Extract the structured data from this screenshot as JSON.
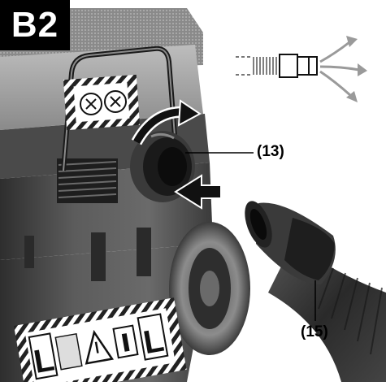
{
  "figure": {
    "badge": "B2",
    "callouts": [
      {
        "id": "13",
        "label": "(13)"
      },
      {
        "id": "15",
        "label": "(15)"
      }
    ],
    "label_plate": {
      "letter": "L"
    }
  },
  "colors": {
    "body_dark": "#3a3a3a",
    "body_mid": "#5a5a5a",
    "body_light": "#9a9a9a",
    "accent_arrow": "#111111",
    "hose": "#2f2f2f",
    "flow_arrow": "#9a9a9a"
  }
}
